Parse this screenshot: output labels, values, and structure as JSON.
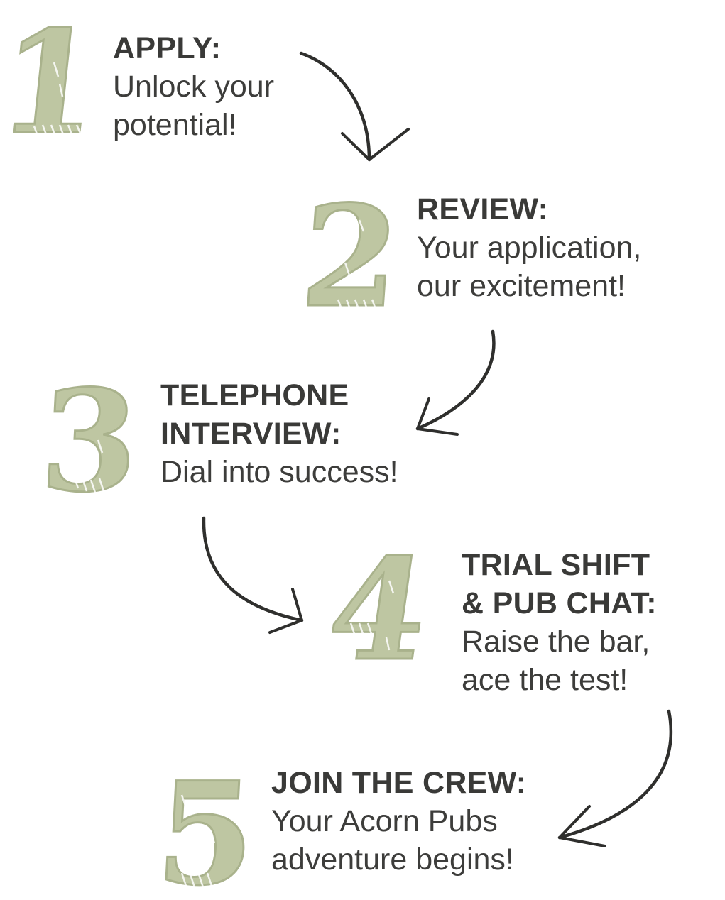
{
  "colors": {
    "numeral": "#bec6a2",
    "numeral_outline": "#a9b28c",
    "text": "#3a3a38",
    "arrow": "#2f2f2d"
  },
  "steps": [
    {
      "number": "1",
      "title": "APPLY:",
      "description_lines": [
        "Unlock your",
        "potential!"
      ]
    },
    {
      "number": "2",
      "title": "REVIEW:",
      "description_lines": [
        "Your application,",
        "our excitement!"
      ]
    },
    {
      "number": "3",
      "title_lines": [
        "TELEPHONE",
        "INTERVIEW:"
      ],
      "description_lines": [
        "Dial into success!"
      ]
    },
    {
      "number": "4",
      "title_lines": [
        "TRIAL SHIFT",
        "& PUB CHAT:"
      ],
      "description_lines": [
        "Raise the bar,",
        "ace the test!"
      ]
    },
    {
      "number": "5",
      "title": "JOIN THE CREW:",
      "description_lines": [
        "Your Acorn Pubs",
        "adventure begins!"
      ]
    }
  ],
  "arrows": [
    {
      "from": "1",
      "to": "2",
      "icon": "curved-arrow-down-icon"
    },
    {
      "from": "2",
      "to": "3",
      "icon": "curved-arrow-down-left-icon"
    },
    {
      "from": "3",
      "to": "4",
      "icon": "curved-arrow-down-right-icon"
    },
    {
      "from": "4",
      "to": "5",
      "icon": "curved-arrow-down-left-icon"
    }
  ]
}
